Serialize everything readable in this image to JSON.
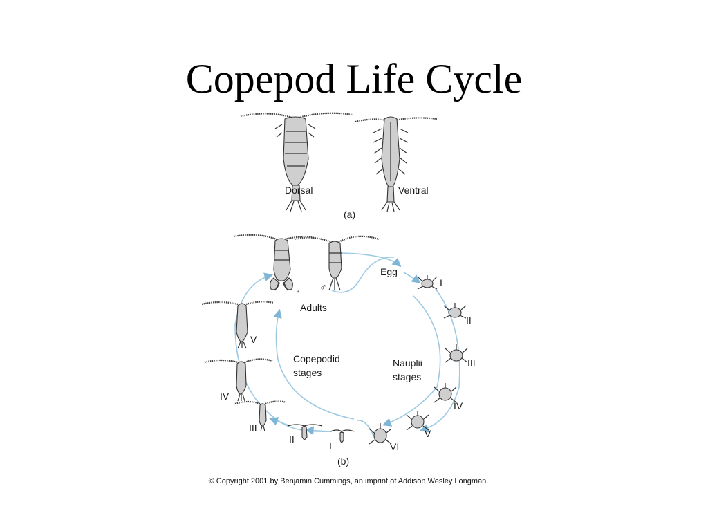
{
  "title": "Copepod Life Cycle",
  "panel_a": {
    "dorsal_label": "Dorsal",
    "ventral_label": "Ventral",
    "panel_label": "(a)"
  },
  "panel_b": {
    "panel_label": "(b)",
    "adults_label": "Adults",
    "female_symbol": "♀",
    "male_symbol": "♂",
    "egg_label": "Egg",
    "nauplii_label_line1": "Nauplii",
    "nauplii_label_line2": "stages",
    "copepodid_label_line1": "Copepodid",
    "copepodid_label_line2": "stages",
    "nauplii_stages": [
      "I",
      "II",
      "III",
      "IV",
      "V",
      "VI"
    ],
    "copepodid_stages": [
      "I",
      "II",
      "III",
      "IV",
      "V"
    ]
  },
  "copyright": "© Copyright 2001 by Benjamin Cummings, an imprint of Addison Wesley Longman.",
  "colors": {
    "cycle_arrow": "#9ec9e2",
    "ink": "#333333"
  }
}
